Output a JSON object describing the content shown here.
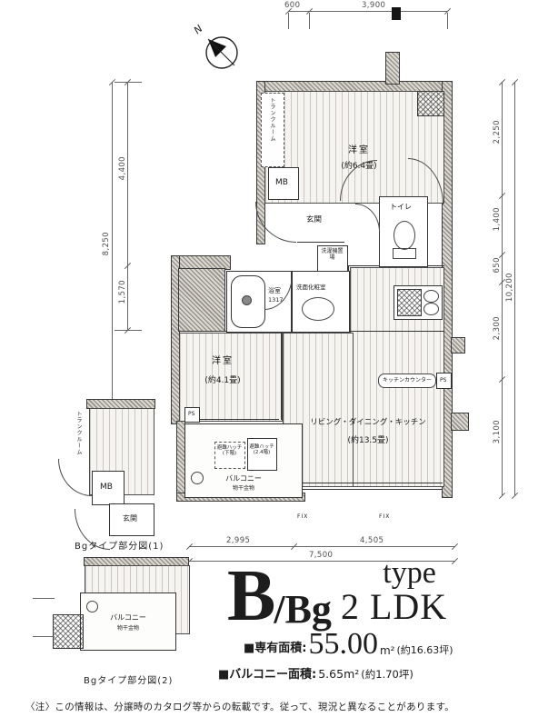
{
  "compass": {
    "north": "N"
  },
  "dims": {
    "top_seg1": "600",
    "top_seg2": "3,900",
    "left_seg1": "4,400",
    "left_seg2": "1,570",
    "left_total": "8,250",
    "right_seg1": "2,250",
    "right_seg2": "1,400",
    "right_seg3": "650",
    "right_seg4": "2,300",
    "right_seg5": "3,100",
    "right_total": "10,200",
    "bottom_seg1": "2,995",
    "bottom_seg2": "4,505",
    "bottom_total": "7,500"
  },
  "plan": {
    "bedroom1_name": "洋室",
    "bedroom1_size": "(約6.4畳)",
    "bedroom2_name": "洋室",
    "bedroom2_size": "(約4.1畳)",
    "ldk_name": "リビング・ダイニング・キッチン",
    "ldk_size": "(約13.5畳)",
    "entrance": "玄関",
    "toilet": "トイレ",
    "bath": "浴室",
    "bath_size": "1317",
    "washroom": "洗面化粧室",
    "laundry": "洗濯機置場",
    "trunk": "トランクルーム",
    "mb": "MB",
    "ps": "PS",
    "fix": "FIX",
    "balcony": "バルコニー",
    "monohoshi": "物干金物",
    "hatch_lower": "避難ハッチ(下階)",
    "hatch_upper": "避難ハッチ(2.4階)",
    "kitchen_counter": "キッチンカウンター"
  },
  "title": {
    "code": "B",
    "code_suffix": "/Bg",
    "type_word": "type",
    "layout": "2 LDK"
  },
  "areas": {
    "exclusive_label": "■専有面積:",
    "exclusive_value": "55.00",
    "exclusive_unit": "m²",
    "exclusive_tsubo": "(約16.63坪)",
    "balcony_label": "■バルコニー面積:",
    "balcony_value": "5.65m²",
    "balcony_tsubo": "(約1.70坪)"
  },
  "partials": {
    "fig1_caption": "Bgタイプ部分図(1)",
    "fig2_caption": "Bgタイプ部分図(2)",
    "fig1_mb": "MB",
    "fig1_entrance": "玄関",
    "fig1_trunk": "トランクルーム",
    "fig2_balcony": "バルコニー",
    "fig2_monohoshi": "物干金物"
  },
  "note": "〈注〉この情報は、分譲時のカタログ等からの転載です。従って、現況と異なることがあります。"
}
